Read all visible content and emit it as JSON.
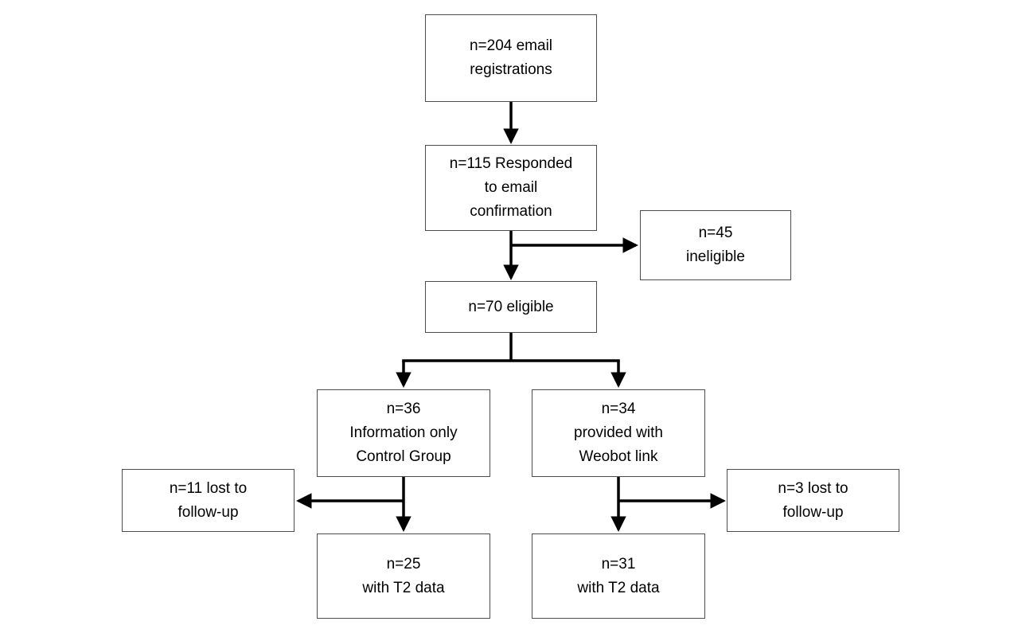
{
  "diagram": {
    "type": "flowchart",
    "boxes": {
      "registrations": "n=204 email\nregistrations",
      "responded": "n=115 Responded\nto email\nconfirmation",
      "ineligible": "n=45\nineligible",
      "eligible": "n=70 eligible",
      "control_group": "n=36\nInformation only\nControl Group",
      "weobot_group": "n=34\nprovided with\nWeobot link",
      "control_lost": "n=11 lost to\nfollow-up",
      "weobot_lost": "n=3 lost to\nfollow-up",
      "control_t2": "n=25\nwith T2 data",
      "weobot_t2": "n=31\nwith T2 data"
    },
    "edges": [
      {
        "from": "registrations",
        "to": "responded"
      },
      {
        "from": "responded",
        "to": "eligible"
      },
      {
        "from": "responded",
        "to": "ineligible"
      },
      {
        "from": "eligible",
        "to": "control_group"
      },
      {
        "from": "eligible",
        "to": "weobot_group"
      },
      {
        "from": "control_group",
        "to": "control_t2"
      },
      {
        "from": "control_group",
        "to": "control_lost"
      },
      {
        "from": "weobot_group",
        "to": "weobot_t2"
      },
      {
        "from": "weobot_group",
        "to": "weobot_lost"
      }
    ]
  },
  "colors": {
    "background": "#ffffff",
    "box_fill": "#ffffff",
    "box_border": "#4d4d4d",
    "arrow": "#000000",
    "text": "#000000"
  }
}
